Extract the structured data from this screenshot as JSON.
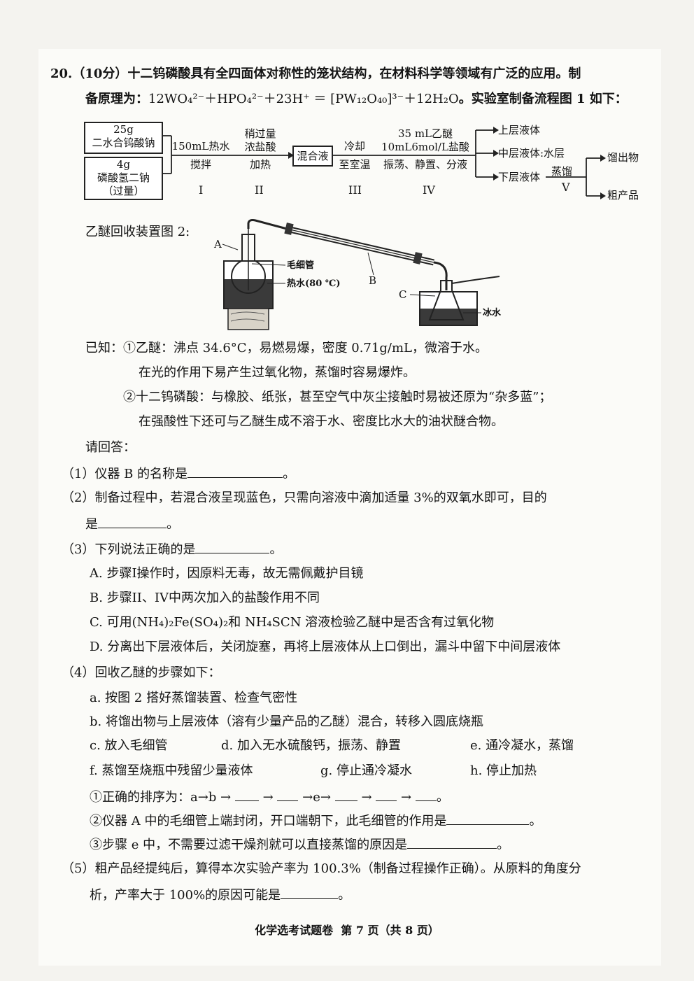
{
  "question": {
    "number": "20.",
    "score": "（10分）",
    "intro_line1": "十二钨磷酸具有全四面体对称性的笼状结构，在材料科学等领域有广泛的应用。制",
    "intro_line2_prefix": "备原理为：",
    "equation": "12WO₄²⁻＋HPO₄²⁻＋23H⁺ ＝ [PW₁₂O₄₀]³⁻＋12H₂O",
    "intro_line2_suffix": "。实验室制备流程图 1 如下："
  },
  "flow": {
    "box1_line1": "25g",
    "box1_line2": "二水合钨酸钠",
    "box2_line1": "4g",
    "box2_line2": "磷酸氢二钠",
    "box2_line3": "（过量）",
    "step1_top": "150mL热水",
    "step1_bottom": "搅拌",
    "step2_top1": "稍过量",
    "step2_top2": "浓盐酸",
    "step2_bottom": "加热",
    "mix_box": "混合液",
    "step3_top": "冷却",
    "step3_bottom": "至室温",
    "step4_top1": "35 mL乙醚",
    "step4_top2": "10mL6mol/L盐酸",
    "step4_bottom": "振荡、静置、分液",
    "upper": "上层液体",
    "middle": "中层液体:水层",
    "lower": "下层液体",
    "step5_label": "蒸馏",
    "distillate": "馏出物",
    "crude": "粗产品",
    "roman": [
      "I",
      "II",
      "III",
      "IV",
      "V"
    ]
  },
  "figure2": {
    "caption": "乙醚回收装置图 2:",
    "label_a": "A",
    "label_b": "B",
    "label_c": "C",
    "capillary": "毛细管",
    "hot_water": "热水(80 ℃)",
    "ice_water": "冰水"
  },
  "known": {
    "intro": "已知：",
    "item1_line1": "①乙醚：沸点 34.6°C，易燃易爆，密度 0.71g/mL，微溶于水。",
    "item1_line2": "在光的作用下易产生过氧化物，蒸馏时容易爆炸。",
    "item2_line1": "②十二钨磷酸：与橡胶、纸张，甚至空气中灰尘接触时易被还原为“杂多蓝”；",
    "item2_line2": "在强酸性下还可与乙醚生成不溶于水、密度比水大的油状醚合物。"
  },
  "prompt": "请回答：",
  "q1": {
    "text": "（1）仪器 B 的名称是",
    "end": "。"
  },
  "q2": {
    "line1": "（2）制备过程中，若混合液呈现蓝色，只需向溶液中滴加适量 3%的双氧水即可，目的",
    "line2_prefix": "是",
    "end": "。"
  },
  "q3": {
    "text": "（3）下列说法正确的是",
    "end": "。",
    "options": [
      "A. 步骤I操作时，因原料无毒，故无需佩戴护目镜",
      "B. 步骤II、IV中两次加入的盐酸作用不同",
      "C. 可用(NH₄)₂Fe(SO₄)₂和 NH₄SCN 溶液检验乙醚中是否含有过氧化物",
      "D. 分离出下层液体后，关闭旋塞，再将上层液体从上口倒出，漏斗中留下中间层液体"
    ]
  },
  "q4": {
    "text": "（4）回收乙醚的步骤如下：",
    "steps": {
      "a": "a. 按图 2 搭好蒸馏装置、检查气密性",
      "b": "b. 将馏出物与上层液体（溶有少量产品的乙醚）混合，转移入圆底烧瓶",
      "c": "c. 放入毛细管",
      "d": "d. 加入无水硫酸钙，振荡、静置",
      "e": "e. 通冷凝水，蒸馏",
      "f": "f. 蒸馏至烧瓶中残留少量液体",
      "g": "g. 停止通冷凝水",
      "h": "h. 停止加热"
    },
    "sub1_prefix": "①正确的排序为：a→b →",
    "sub1_arrow": "→",
    "sub1_e": "→e→",
    "sub1_end": "。",
    "sub2": "②仪器 A 中的毛细管上端封闭，开口端朝下，此毛细管的作用是",
    "sub3": "③步骤 e 中，不需要过滤干燥剂就可以直接蒸馏的原因是",
    "end": "。"
  },
  "q5": {
    "line1": "（5）粗产品经提纯后，算得本次实验产率为 100.3%（制备过程操作正确）。从原料的角度分",
    "line2": "析，产率大于 100%的原因可能是",
    "end": "。"
  },
  "footer": "化学选考试题卷  第 7 页（共 8 页）"
}
